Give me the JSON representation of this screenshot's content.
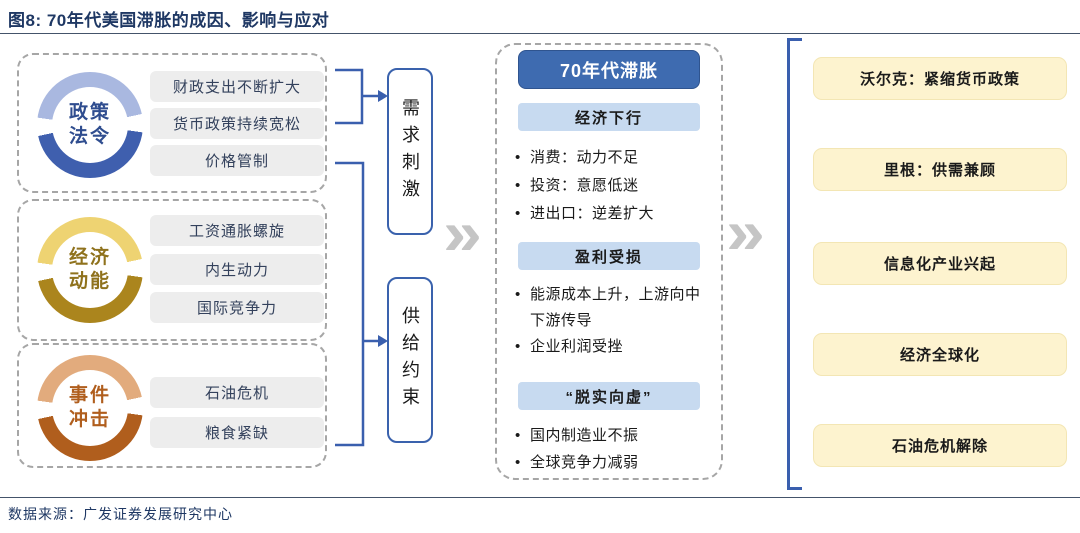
{
  "title": "图8: 70年代美国滞胀的成因、影响与应对",
  "source": "数据来源：广发证券发展研究中心",
  "chevron_icon": "»",
  "colors": {
    "navy_text": "#1f3864",
    "connector_blue": "#3a5fae",
    "circle_blue_light": "#a9b8e0",
    "circle_blue_dark": "#3f5fae",
    "circle_gold_light": "#eed372",
    "circle_gold_dark": "#ab851d",
    "circle_orange_light": "#e2ab7d",
    "circle_orange_dark": "#b05e1d",
    "header_blue": "#3e6bb0",
    "section_bar_blue": "#c7daf0",
    "item_gray": "#ededed",
    "response_yellow": "#fdf3cf",
    "chevron_gray": "#c5c5c5"
  },
  "cause_groups": [
    {
      "circle": {
        "line1": "政策",
        "line2": "法令"
      },
      "items": [
        "财政支出不断扩大",
        "货币政策持续宽松",
        "价格管制"
      ]
    },
    {
      "circle": {
        "line1": "经济",
        "line2": "动能"
      },
      "items": [
        "工资通胀螺旋",
        "内生动力",
        "国际竞争力"
      ]
    },
    {
      "circle": {
        "line1": "事件",
        "line2": "冲击"
      },
      "items": [
        "石油危机",
        "粮食紧缺"
      ]
    }
  ],
  "mechanisms": [
    {
      "label": "需求刺激"
    },
    {
      "label": "供给约束"
    }
  ],
  "center": {
    "header": "70年代滞胀",
    "sections": [
      {
        "heading": "经济下行",
        "bullets": [
          "消费：动力不足",
          "投资：意愿低迷",
          "进出口：逆差扩大"
        ]
      },
      {
        "heading": "盈利受损",
        "bullets": [
          "能源成本上升，上游向中下游传导",
          "企业利润受挫"
        ]
      },
      {
        "heading": "“脱实向虚”",
        "bullets": [
          "国内制造业不振",
          "全球竞争力减弱"
        ]
      }
    ]
  },
  "responses": [
    "沃尔克：紧缩货币政策",
    "里根：供需兼顾",
    "信息化产业兴起",
    "经济全球化",
    "石油危机解除"
  ]
}
